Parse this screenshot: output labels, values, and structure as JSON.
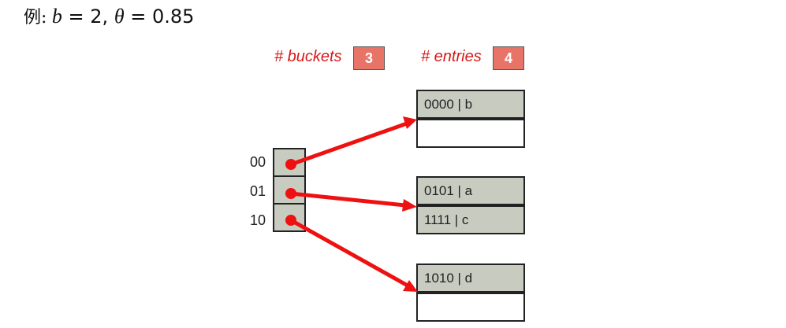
{
  "title": {
    "lead": "例:",
    "b_var": "b",
    "eq1": " = 2, ",
    "theta_var": "θ",
    "eq2": " = 0.85"
  },
  "counters": {
    "buckets_label": "# buckets",
    "buckets_value": "3",
    "entries_label": "# entries",
    "entries_value": "4"
  },
  "directory": [
    "00",
    "01",
    "10"
  ],
  "buckets": [
    {
      "slots": [
        "0000 | b",
        ""
      ]
    },
    {
      "slots": [
        "0101 | a",
        "1111 | c"
      ]
    },
    {
      "slots": [
        "1010 | d",
        ""
      ]
    }
  ],
  "pointers": [
    {
      "from": "00",
      "to_bucket": 0
    },
    {
      "from": "01",
      "to_bucket": 1
    },
    {
      "from": "10",
      "to_bucket": 2
    }
  ],
  "colors": {
    "arrow": "#ee1111",
    "counter_box": "#e87468",
    "cell_fill": "#c8ccc0",
    "label": "#d81818"
  }
}
